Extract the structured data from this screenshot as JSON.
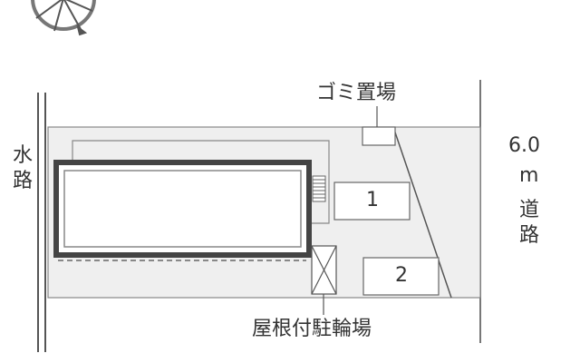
{
  "labels": {
    "garbage_area": "ゴミ置場",
    "road": "6.0",
    "road_unit": "m",
    "road_word": "道路",
    "waterway": "水路",
    "bicycle_parking": "屋根付駐輪場"
  },
  "parking_spaces": [
    "1",
    "2"
  ],
  "colors": {
    "line": "#555555",
    "lot_fill": "#efefef",
    "building_border": "#444444"
  },
  "icons": {
    "compass": "compass-rose-icon"
  }
}
